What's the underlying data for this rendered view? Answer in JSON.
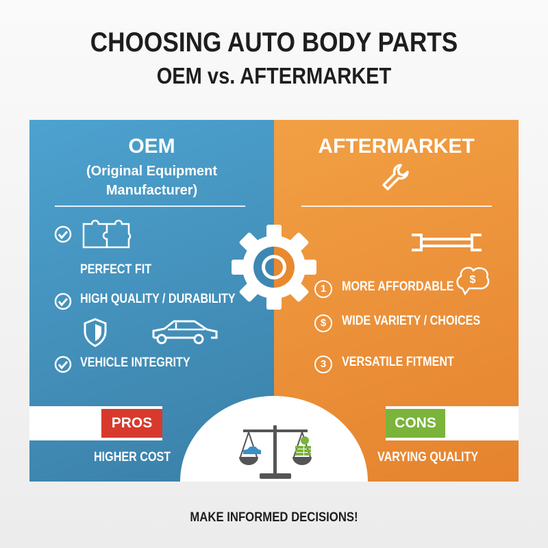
{
  "title": {
    "line1": "CHOOSING AUTO BODY PARTS",
    "line2": "OEM vs. AFTERMARKET"
  },
  "oem": {
    "heading": "OEM",
    "subheading_line1": "(Original Equipment",
    "subheading_line2": "Manufacturer)",
    "items": [
      "PERFECT FIT",
      "HIGH QUALITY / DURABILITY",
      "VEHICLE INTEGRITY"
    ],
    "band_label": "PROS",
    "bottom_text": "HIGHER COST",
    "color": "#4797c4",
    "tag_color": "#d73a2c"
  },
  "aftermarket": {
    "heading": "AFTERMARKET",
    "items": [
      {
        "marker": "1",
        "label": "MORE AFFORDABLE"
      },
      {
        "marker": "$",
        "label": "WIDE VARIETY / CHOICES"
      },
      {
        "marker": "3",
        "label": "VERSATILE FITMENT"
      }
    ],
    "band_label": "CONS",
    "bottom_text": "VARYING QUALITY",
    "color": "#ec933b",
    "tag_color": "#7ab43a"
  },
  "footer": "MAKE INFORMED DECISIONS!",
  "coin_symbol": "$"
}
